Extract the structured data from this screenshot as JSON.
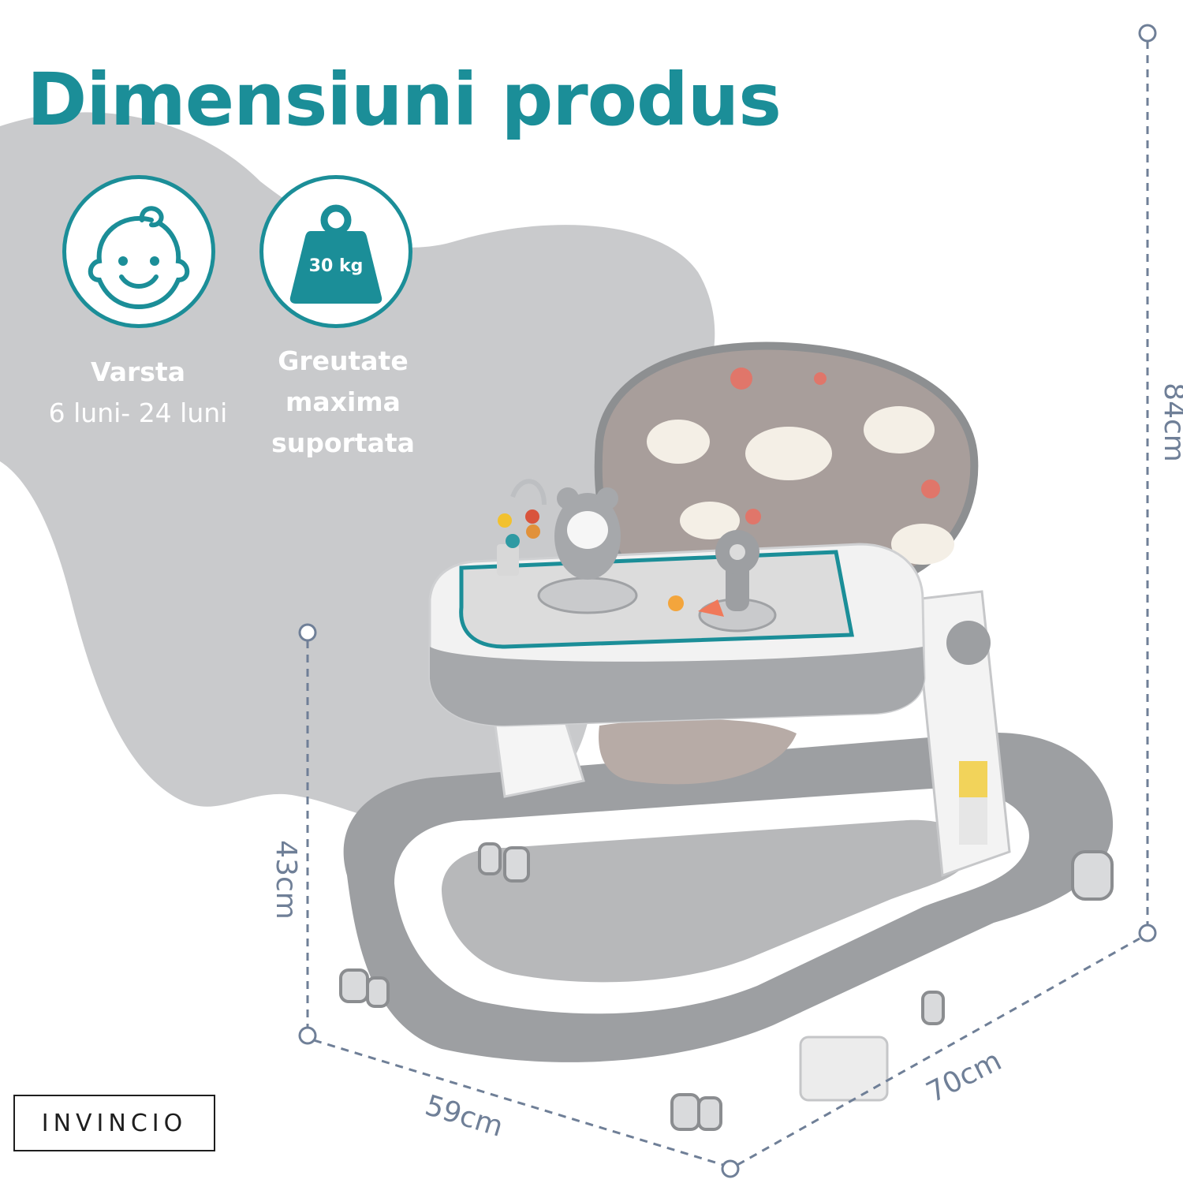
{
  "heading": {
    "title": "Dimensiuni produs"
  },
  "features": [
    {
      "icon": "baby-face-icon",
      "line1": "Varsta",
      "line2": "6 luni- 24 luni"
    },
    {
      "icon": "weight-icon",
      "badge_text": "30 kg",
      "lines": [
        "Greutate",
        "maxima",
        "suportata"
      ]
    }
  ],
  "dimensions": {
    "height_total": "84cm",
    "height_seat": "43cm",
    "width": "59cm",
    "depth": "70cm"
  },
  "brand": {
    "name": "INVINCIO"
  },
  "colors": {
    "accent": "#1b8e98",
    "blob": "#c9cacc",
    "dimension_line": "#6f7f97",
    "walker_gray": "#9d9fa2"
  }
}
